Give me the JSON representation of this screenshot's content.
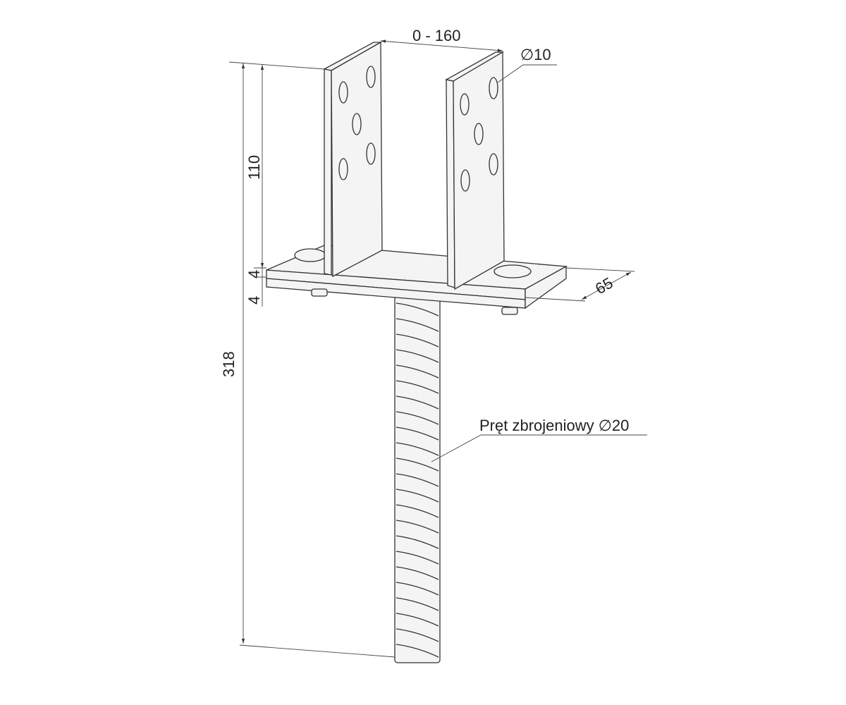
{
  "drawing": {
    "title": "Post base U-bracket with rebar",
    "dimensions": {
      "width_range": "0 - 160",
      "hole_diameter": "∅10",
      "bracket_height": "110",
      "plate_thickness_top": "4",
      "plate_thickness_bottom": "4",
      "plate_depth": "65",
      "total_height": "318"
    },
    "rebar_label": "Pręt zbrojeniowy ∅20"
  }
}
